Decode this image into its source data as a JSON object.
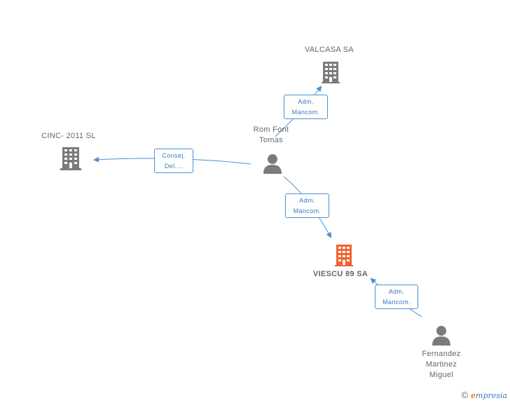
{
  "nodes": {
    "valcasa": {
      "label": "VALCASA SA"
    },
    "cinc": {
      "label": "CINC- 2011 SL"
    },
    "rom": {
      "line1": "Rom Font",
      "line2": "Tomas"
    },
    "viescu": {
      "label": "VIESCU 89 SA"
    },
    "fernandez": {
      "line1": "Fernandez",
      "line2": "Martinez",
      "line3": "Miguel"
    }
  },
  "relations": {
    "rom_valcasa": {
      "line1": "Adm.",
      "line2": "Mancom."
    },
    "rom_cinc": {
      "line1": "Consej.",
      "line2": "Del...."
    },
    "rom_viescu": {
      "line1": "Adm.",
      "line2": "Mancom."
    },
    "fernandez_viescu": {
      "line1": "Adm.",
      "line2": "Mancom."
    }
  },
  "colors": {
    "company": "#7b7b7b",
    "focus_company": "#f0622e",
    "person": "#7b7b7b",
    "edge": "#4a90d9"
  },
  "footer": {
    "copyright": "©",
    "brand_e": "e",
    "brand_rest": "mpresia"
  }
}
